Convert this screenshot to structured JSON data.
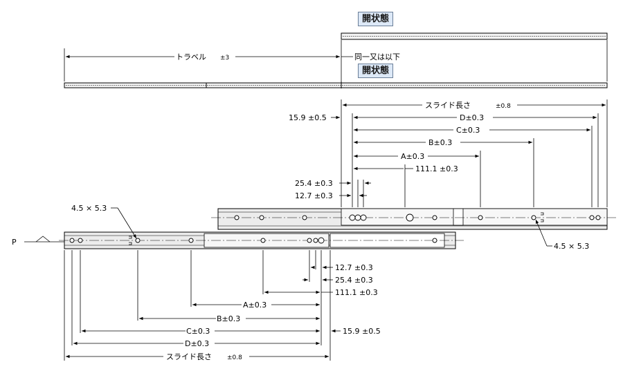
{
  "states": {
    "closed_top": "開状態",
    "closed_mid": "開状態"
  },
  "notes": {
    "same_or_below": "同一又は以下"
  },
  "labels": {
    "travel": "トラベル",
    "travel_tol": "±3",
    "slide_len_top": "スライド長さ",
    "slide_len_top_tol": "±0.8",
    "slide_len_bottom": "スライド長さ",
    "slide_len_bottom_tol": "±0.8",
    "p": "P",
    "hole_top_left": "4.5 × 5.3",
    "hole_right": "4.5 × 5.3"
  },
  "top_dims": {
    "d159": "15.9 ±0.5",
    "D": "D±0.3",
    "C": "C±0.3",
    "B": "B±0.3",
    "A": "A±0.3",
    "d1111": "111.1 ±0.3",
    "d254": "25.4 ±0.3",
    "d127": "12.7 ±0.3"
  },
  "bottom_dims": {
    "d127": "12.7 ±0.3",
    "d254": "25.4 ±0.3",
    "d1111": "111.1 ±0.3",
    "A": "A±0.3",
    "B": "B±0.3",
    "C": "C±0.3",
    "d159": "15.9 ±0.5",
    "D": "D±0.3"
  },
  "colors": {
    "line": "#000000",
    "rail_fill": "#f2f2f2",
    "tag_fill": "#dde9f7"
  }
}
